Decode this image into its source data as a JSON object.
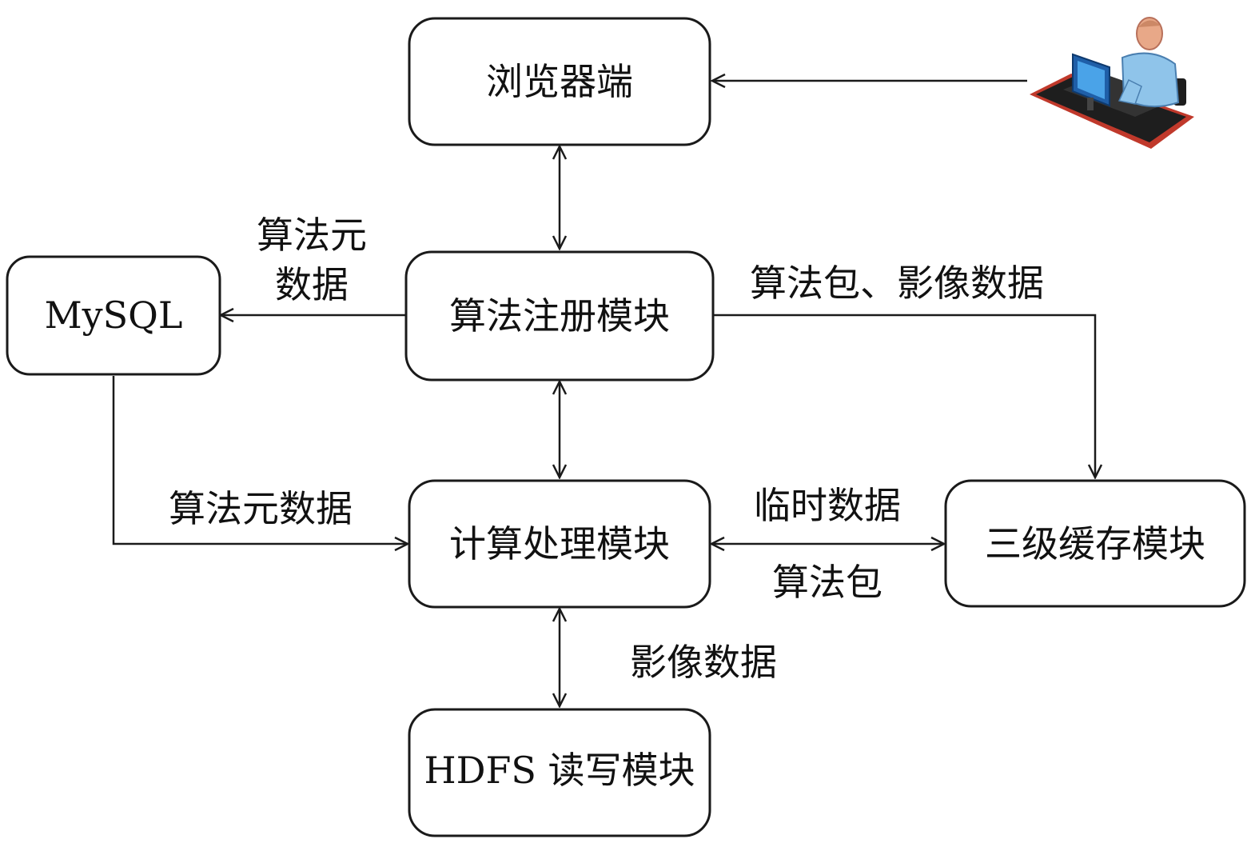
{
  "nodes": {
    "browser": "浏览器端",
    "register": "算法注册模块",
    "mysql": "MySQL",
    "compute": "计算处理模块",
    "cache": "三级缓存模块",
    "hdfs": "HDFS 读写模块"
  },
  "labels": {
    "meta_top_line1": "算法元",
    "meta_top_line2": "数据",
    "pkg_image": "算法包、影像数据",
    "meta_bottom": "算法元数据",
    "temp_data": "临时数据",
    "pkg": "算法包",
    "image_data": "影像数据"
  },
  "icons": {
    "user": "user-at-computer-icon"
  },
  "colors": {
    "stroke": "#1a1a1a",
    "text": "#111111",
    "user_shirt": "#8fc4ea",
    "user_skin": "#e8a888",
    "monitor": "#1f5fa8",
    "desk": "#2a2a2a",
    "mat": "#c0392b"
  }
}
